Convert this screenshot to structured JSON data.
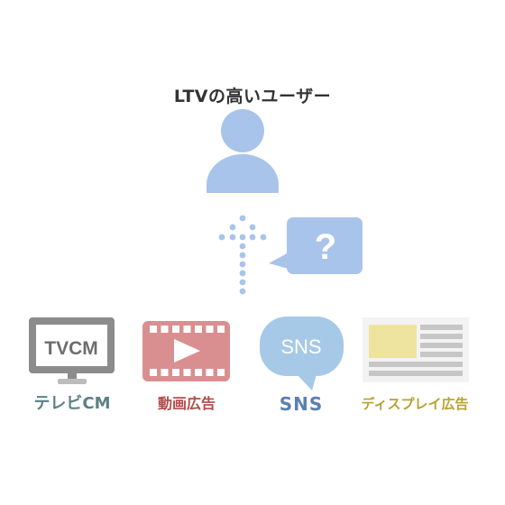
{
  "title": "LTVの高いユーザー",
  "question_mark": "?",
  "channels": [
    {
      "id": "tvcm",
      "icon": "tv-icon",
      "screen_text": "TVCM",
      "label": "テレビCM",
      "color": "#5b8184"
    },
    {
      "id": "video",
      "icon": "video-play-icon",
      "label": "動画広告",
      "color": "#b24b4b"
    },
    {
      "id": "sns",
      "icon": "speech-bubble-icon",
      "bubble_text": "SNS",
      "label": "SNS",
      "color": "#5b7fb2"
    },
    {
      "id": "display",
      "icon": "display-ad-icon",
      "label": "ディスプレイ広告",
      "color": "#b8a22f"
    }
  ],
  "colors": {
    "accent_blue": "#a9c4ea",
    "tv_gray": "#8c8c8c",
    "video_red": "#d98f90",
    "sns_blue": "#a7c9e8",
    "display_yellow": "#efe3a0",
    "display_gray": "#c6c6c6"
  }
}
